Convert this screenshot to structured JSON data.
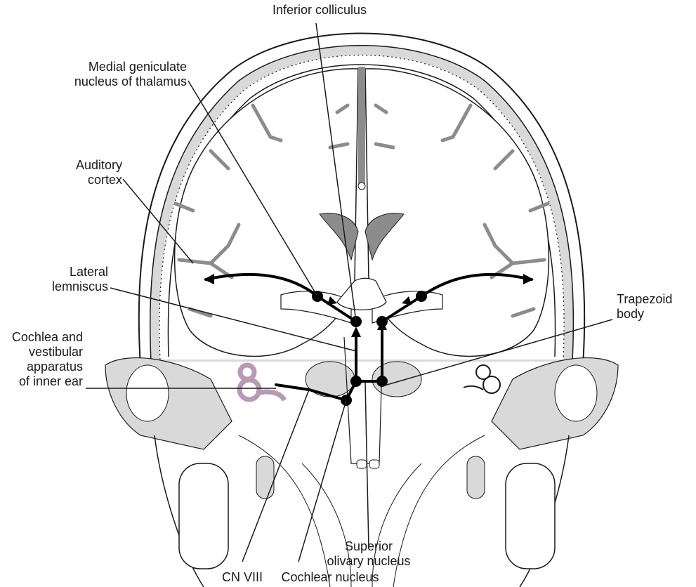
{
  "labels": {
    "inferior_colliculus": "Inferior colliculus",
    "medial_geniculate": [
      "Medial geniculate",
      "nucleus of thalamus"
    ],
    "auditory_cortex": [
      "Auditory",
      "cortex"
    ],
    "lateral_lemniscus": [
      "Lateral",
      "lemniscus"
    ],
    "cochlea": [
      "Cochlea and",
      "vestibular",
      "apparatus",
      "of inner ear"
    ],
    "trapezoid_body": [
      "Trapezoid",
      "body"
    ],
    "superior_olivary": [
      "Superior",
      "olivary nucleus"
    ],
    "cn_viii": "CN VIII",
    "cochlear_nucleus": "Cochlear nucleus"
  },
  "colors": {
    "line": "#1a1a1a",
    "gray_fill": "#8c8c8c",
    "light_gray": "#d9d9d9",
    "cochlea": "#b89ab5"
  }
}
